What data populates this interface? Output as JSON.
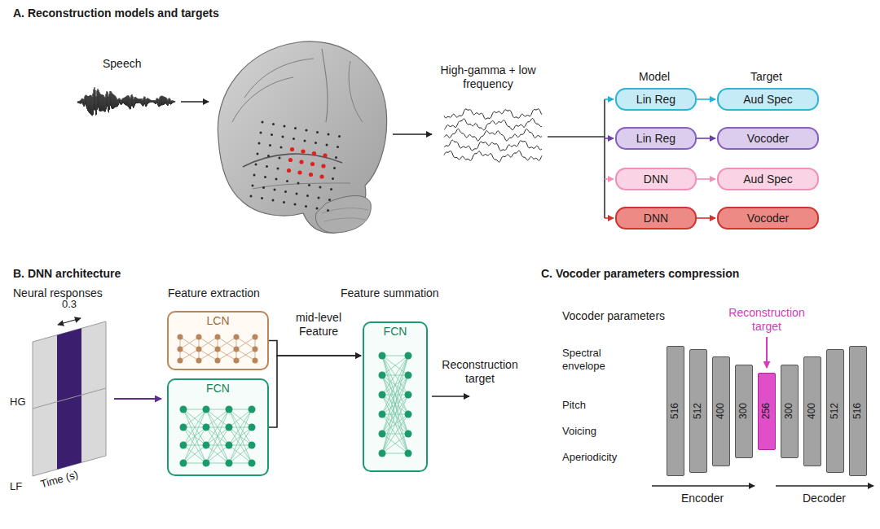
{
  "diagram": {
    "nodes": [
      {
        "text": [
          "Lin Reg"
        ]
      },
      {
        "text": [
          "Aud Spec"
        ]
      },
      {
        "text": [
          "Lin Reg"
        ]
      },
      {
        "text": [
          "Vocoder"
        ]
      },
      {
        "text": [
          "DNN"
        ]
      },
      {
        "text": [
          "Aud Spec"
        ]
      },
      {
        "text": [
          "DNN"
        ]
      },
      {
        "text": [
          "Vocoder"
        ]
      },
      {
        "text": [
          "LCN"
        ]
      },
      {
        "text": [
          "FCN"
        ]
      },
      {
        "text": [
          "FCN"
        ]
      },
      {
        "text": [
          "516"
        ]
      },
      {
        "text": [
          "512"
        ]
      },
      {
        "text": [
          "400"
        ]
      },
      {
        "text": [
          "300"
        ]
      },
      {
        "text": [
          "256"
        ]
      },
      {
        "text": [
          "300"
        ]
      },
      {
        "text": [
          "400"
        ]
      },
      {
        "text": [
          "512"
        ]
      },
      {
        "text": [
          "516"
        ]
      }
    ],
    "edges": [
      {
        "from": 0,
        "to": 1,
        "arrow": "to"
      },
      {
        "from": 2,
        "to": 3,
        "arrow": "to"
      },
      {
        "from": 4,
        "to": 5,
        "arrow": "to"
      },
      {
        "from": 6,
        "to": 7,
        "arrow": "to"
      },
      {
        "from": 8,
        "to": 10,
        "label": "mid-level Feature",
        "arrow": "to"
      },
      {
        "from": 9,
        "to": 10,
        "arrow": "to"
      }
    ],
    "labels": [
      "A. Reconstruction models and targets",
      "Speech",
      "High-gamma + low frequency",
      "Model",
      "Target",
      "B. DNN architecture",
      "Neural responses",
      "Feature extraction",
      "Feature summation",
      "0.3",
      "HG",
      "LF",
      "Time (s)",
      "Reconstruction target",
      "C. Vocoder parameters compression",
      "Vocoder parameters",
      "Spectral envelope",
      "Pitch",
      "Voicing",
      "Aperiodicity",
      "Reconstruction target",
      "Encoder",
      "Decoder"
    ]
  }
}
